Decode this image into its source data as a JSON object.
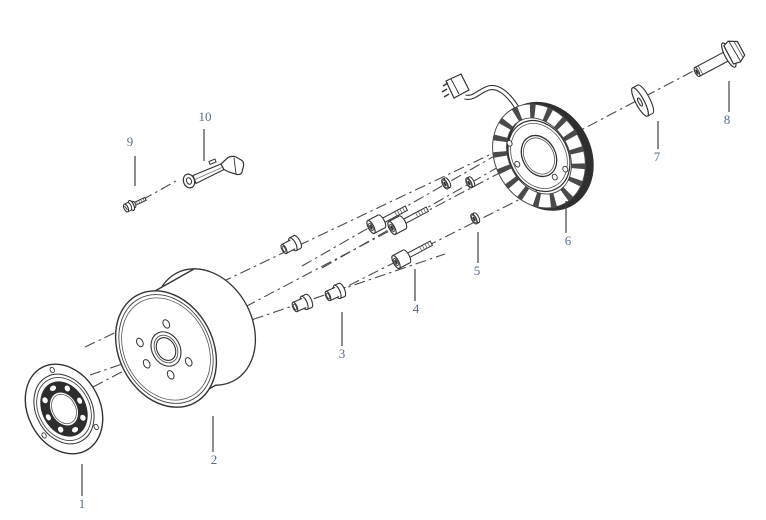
{
  "diagram": {
    "kind": "exploded-parts-diagram",
    "background": "#ffffff",
    "part_line_color": "#333333",
    "centerline_color": "#4a4a4a",
    "label_color": "#5a6d85",
    "callouts": [
      "1",
      "2",
      "3",
      "4",
      "5",
      "6",
      "7",
      "8",
      "9",
      "10"
    ]
  }
}
